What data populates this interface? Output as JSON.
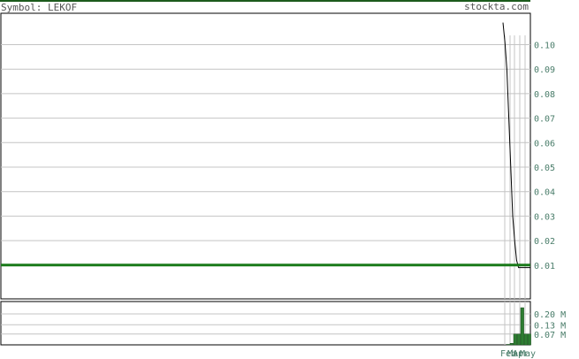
{
  "header": {
    "symbol_label": "Symbol: LEKOF",
    "site": "stockta.com"
  },
  "colors": {
    "frame": "#000000",
    "header_rule": "#1c5a1c",
    "grid": "#c4c4c4",
    "price_line": "#000000",
    "support_line": "#1a7a1a",
    "volume_bar": "#2e7d32",
    "axis_text": "#4a7d6a",
    "header_text": "#555555"
  },
  "chart_data": [
    {
      "type": "line",
      "title": "",
      "ylim": [
        0.0,
        0.105
      ],
      "y_ticks": [
        0.1,
        0.09,
        0.08,
        0.07,
        0.06,
        0.05,
        0.04,
        0.03,
        0.02,
        0.01
      ],
      "y_tick_labels": [
        "0.10",
        "0.09",
        "0.08",
        "0.07",
        "0.06",
        "0.05",
        "0.04",
        "0.03",
        "0.02",
        "0.01"
      ],
      "x_labels": [
        "Feb",
        "Mar",
        "Apr",
        "May"
      ],
      "series": [
        {
          "values": [
            0.109,
            0.101,
            0.09,
            0.07,
            0.05,
            0.03,
            0.02,
            0.012,
            0.009,
            0.009,
            0.009,
            0.009,
            0.009,
            0.009,
            0.009
          ]
        }
      ],
      "horizontal_line": 0.01,
      "grid": true
    },
    {
      "type": "bar",
      "title": "",
      "ylim": [
        0,
        0.28
      ],
      "y_ticks": [
        0.2,
        0.13,
        0.07
      ],
      "y_tick_labels": [
        "0.20 M",
        "0.13 M",
        "0.07 M"
      ],
      "values": [
        0.003,
        0.01,
        0.07,
        0.07,
        0.24,
        0.07,
        0.07
      ],
      "grid": true
    }
  ]
}
